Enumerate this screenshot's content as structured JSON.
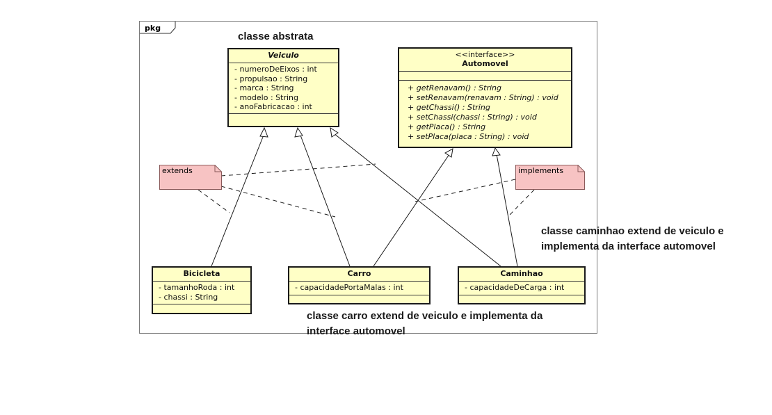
{
  "package": {
    "label": "pkg"
  },
  "annotations": {
    "abstract": "classe abstrata",
    "caminhao_note": [
      "classe caminhao extend de veiculo e",
      "implementa da interface automovel"
    ],
    "carro_note": [
      "classe carro extend de veiculo e implementa da",
      "interface automovel"
    ]
  },
  "classes": {
    "veiculo": {
      "name": "Veiculo",
      "attributes": [
        "- numeroDeEixos : int",
        "- propulsao : String",
        "- marca : String",
        "- modelo : String",
        "- anoFabricacao : int"
      ]
    },
    "automovel": {
      "stereotype": "<<interface>>",
      "name": "Automovel",
      "operations": [
        "+ getRenavam() : String",
        "+ setRenavam(renavam : String) : void",
        "+ getChassi() : String",
        "+ setChassi(chassi : String) : void",
        "+ getPlaca() : String",
        "+ setPlaca(placa : String) : void"
      ]
    },
    "bicicleta": {
      "name": "Bicicleta",
      "attributes": [
        "- tamanhoRoda : int",
        "- chassi : String"
      ]
    },
    "carro": {
      "name": "Carro",
      "attributes": [
        "- capacidadePortaMalas : int"
      ]
    },
    "caminhao": {
      "name": "Caminhao",
      "attributes": [
        "- capacidadeDeCarga : int"
      ]
    }
  },
  "notes": {
    "extends": "extends",
    "implements": "implements"
  },
  "colors": {
    "class_fill": "#ffffc6",
    "note_fill": "#f7c3c3",
    "line": "#1a1a1a"
  }
}
